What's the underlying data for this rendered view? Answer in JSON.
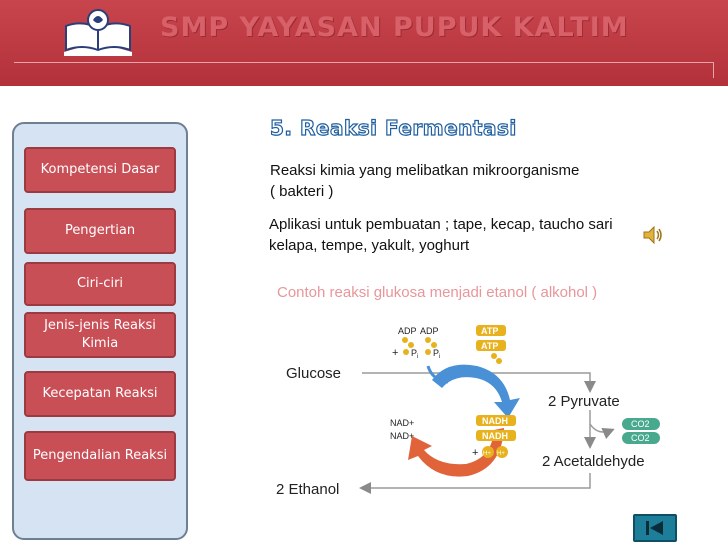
{
  "header": {
    "title": "SMP YAYASAN PUPUK KALTIM"
  },
  "sidebar": {
    "items": [
      {
        "label": "Kompetensi Dasar"
      },
      {
        "label": "Pengertian"
      },
      {
        "label": "Ciri-ciri"
      },
      {
        "label": "Jenis-jenis Reaksi Kimia"
      },
      {
        "label": "Kecepatan Reaksi"
      },
      {
        "label": "Pengendalian Reaksi"
      }
    ]
  },
  "main": {
    "title": "5. Reaksi Fermentasi",
    "definition_line1": "Reaksi kimia yang melibatkan mikroorganisme",
    "definition_line2": "( bakteri )",
    "application_line1": "Aplikasi untuk pembuatan ; tape, kecap, taucho sari",
    "application_line2": "kelapa, tempe, yakult, yoghurt",
    "example_heading": "Contoh reaksi glukosa menjadi etanol ( alkohol )"
  },
  "diagram": {
    "glucose": "Glucose",
    "pyruvate": "2 Pyruvate",
    "acetaldehyde": "2 Acetaldehyde",
    "ethanol": "2 Ethanol",
    "adp1": "ADP",
    "adp2": "ADP",
    "plus1": "+",
    "pi1": "P",
    "pi1_sub": "i",
    "pi2": "P",
    "pi2_sub": "i",
    "atp1": "ATP",
    "atp2": "ATP",
    "nad1": "NAD+",
    "nad2": "NAD+",
    "nadh1": "NADH",
    "nadh2": "NADH",
    "plus2": "+",
    "h1": "H+",
    "h2": "H+",
    "co2_1": "CO2",
    "co2_2": "CO2"
  },
  "colors": {
    "header": "#c0404a",
    "nav_button": "#c94f57",
    "sidebar_bg": "#d5e3f3",
    "title_outline": "#1f5fa0",
    "subheading": "#e8969a",
    "atp_badge": "#e8b21e",
    "co2_badge": "#49a98f",
    "arrow_blue": "#4a90d6",
    "arrow_orange": "#e0633a",
    "back_button": "#1d7e9a"
  },
  "icons": {
    "logo": "book-logo-icon",
    "audio": "speaker-icon",
    "back": "skip-back-icon"
  }
}
